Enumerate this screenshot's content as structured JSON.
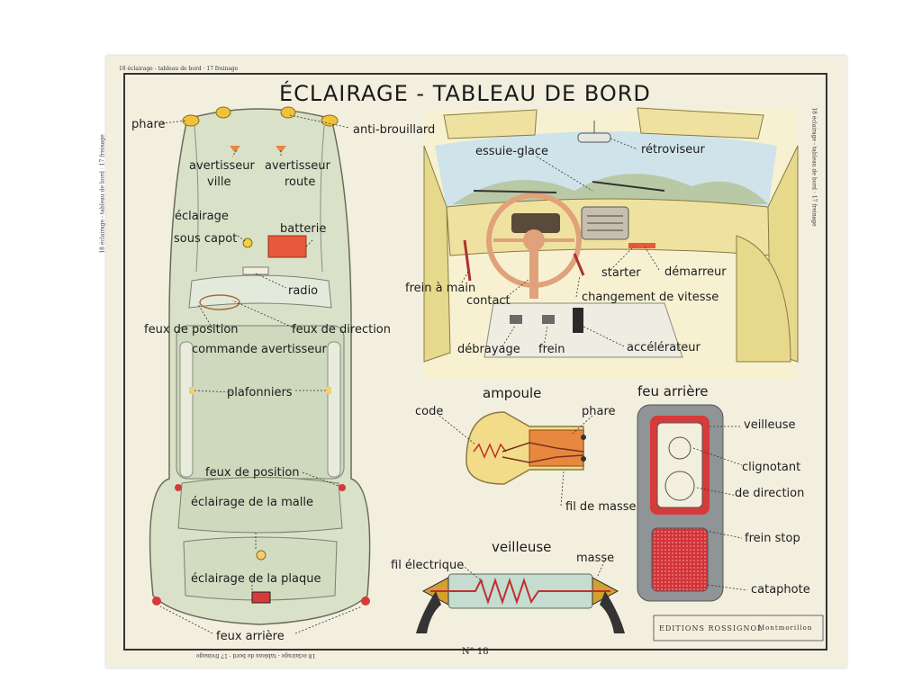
{
  "title": "ÉCLAIRAGE - TABLEAU DE BORD",
  "number": "N° 18",
  "publisher": {
    "name": "EDITIONS ROSSIGNOL",
    "place": "Montmorillon"
  },
  "margin_text": {
    "top": "18  éclairage - tableau de bord  ·  17  freinage",
    "left": "18  éclairage - tableau de bord  ·  17  freinage",
    "right": "18  éclairage - tableau de bord  ·  17  freinage",
    "bottom": "18  éclairage - tableau de bord  ·  17  freinage"
  },
  "car_top": {
    "phare": "phare",
    "anti_brouillard": "anti-brouillard",
    "avertisseur_ville_1": "avertisseur",
    "avertisseur_ville_2": "ville",
    "avertisseur_route_1": "avertisseur",
    "avertisseur_route_2": "route",
    "eclairage_capot_1": "éclairage",
    "eclairage_capot_2": "sous capot",
    "batterie": "batterie",
    "radio": "radio",
    "feux_position": "feux de position",
    "feux_direction": "feux de direction",
    "commande_avertisseur": "commande avertisseur",
    "plafonniers": "plafonniers",
    "feux_position_arriere": "feux de position",
    "eclairage_malle": "éclairage de la malle",
    "eclairage_plaque": "éclairage de la plaque",
    "feux_arriere": "feux arrière"
  },
  "dashboard": {
    "essuie_glace": "essuie-glace",
    "retroviseur": "rétroviseur",
    "frein_a_main": "frein à main",
    "contact": "contact",
    "starter": "starter",
    "demarreur": "démarreur",
    "changement_vitesse": "changement de vitesse",
    "debrayage": "débrayage",
    "frein": "frein",
    "accelerateur": "accélérateur"
  },
  "ampoule": {
    "title": "ampoule",
    "code": "code",
    "phare": "phare",
    "fil_masse": "fil de masse"
  },
  "feu_arriere": {
    "title": "feu arrière",
    "veilleuse": "veilleuse",
    "clignotant": "clignotant",
    "de_direction": "de direction",
    "frein_stop": "frein stop",
    "cataphote": "cataphote"
  },
  "veilleuse": {
    "title": "veilleuse",
    "fil_electrique": "fil électrique",
    "masse": "masse"
  },
  "colors": {
    "paper": "#f3efdf",
    "car_body": "#d9e2c8",
    "car_outline": "#6a6a5a",
    "dash_yellow": "#efe2a0",
    "sky": "#cfe3ea",
    "lamp_orange": "#e8883e",
    "bulb_yellow": "#f2dc8a",
    "tail_red": "#d63a3a",
    "housing_grey": "#8f9496"
  }
}
